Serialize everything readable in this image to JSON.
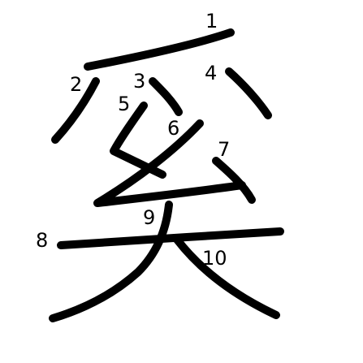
{
  "diagram": {
    "character": "奚",
    "stroke_color": "#000000",
    "background": "#ffffff",
    "stroke_numbers": [
      "1",
      "2",
      "3",
      "4",
      "5",
      "6",
      "7",
      "8",
      "9",
      "10"
    ]
  }
}
